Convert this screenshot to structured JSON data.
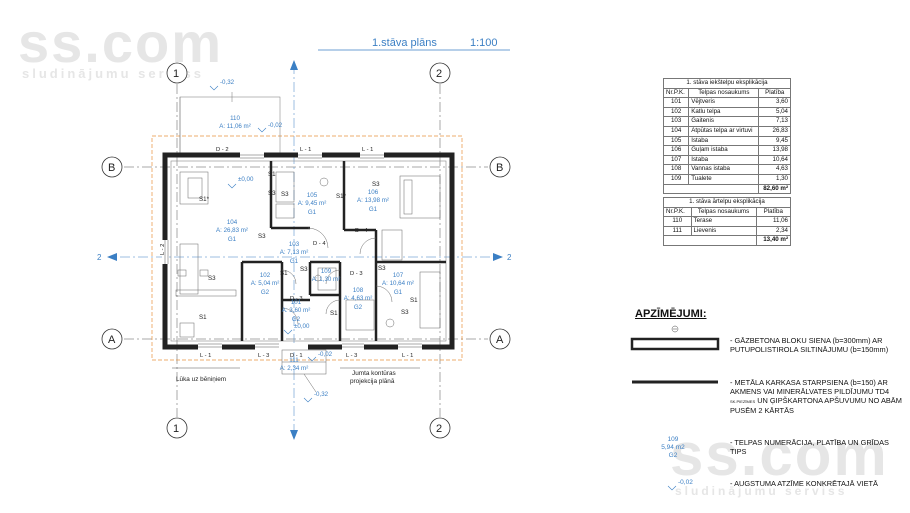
{
  "title": "1.stāva plāns",
  "scale": "1:100",
  "watermark": {
    "brand": "ss.com",
    "tagline": "sludinājumu serviss"
  },
  "grid": {
    "col1": "1",
    "col2": "2",
    "rowA": "A",
    "rowB": "B",
    "sec2": "2"
  },
  "levels": {
    "terrace": "-0,32",
    "terrace2": "-0,02",
    "entry": "-0,02",
    "entry2": "-0,32",
    "floor1": "±0,00",
    "floor2": "±0,00"
  },
  "sections": {
    "l1": "L - 1",
    "l2": "L - 2",
    "l3": "L - 3",
    "d1": "D - 1",
    "d2": "D - 2",
    "d3": "D - 3",
    "d4": "D - 4"
  },
  "rooms": {
    "r110": {
      "num": "110",
      "area": "A: 11,06 m²"
    },
    "r104": {
      "num": "104",
      "area": "A: 26,83 m²",
      "floor": "G1"
    },
    "r105": {
      "num": "105",
      "area": "A: 9,45 m²",
      "floor": "G1"
    },
    "r106": {
      "num": "106",
      "area": "A: 13,98 m²",
      "floor": "G1"
    },
    "r103": {
      "num": "103",
      "area": "A: 7,13 m²",
      "floor": "G1"
    },
    "r102": {
      "num": "102",
      "area": "A: 5,04 m²",
      "floor": "G2"
    },
    "r109": {
      "num": "109",
      "area": "A: 1,30 m²"
    },
    "r101": {
      "num": "101",
      "area": "A: 3,60 m²",
      "floor": "G2"
    },
    "r108": {
      "num": "108",
      "area": "A: 4,63 m²",
      "floor": "G2"
    },
    "r107": {
      "num": "107",
      "area": "A: 10,64 m²",
      "floor": "G1"
    },
    "r111": {
      "num": "111",
      "area": "A: 2,34 m²"
    }
  },
  "wallTypes": {
    "s1": "S1",
    "s1p": "S1*",
    "s3": "S3"
  },
  "notes": {
    "hatch": "Lūka uz bēniņiem",
    "roof1": "Jumta kontūras",
    "roof2": "projekcija plānā"
  },
  "table1": {
    "title": "1. stāva iekštelpu eksplikācija",
    "headers": [
      "Nr.P.K.",
      "Telpas nosaukums",
      "Platība"
    ],
    "rows": [
      [
        "101",
        "Vējtveris",
        "3,60"
      ],
      [
        "102",
        "Katlu telpa",
        "5,04"
      ],
      [
        "103",
        "Gaitenis",
        "7,13"
      ],
      [
        "104",
        "Atpūtas telpa ar virtuvi",
        "26,83"
      ],
      [
        "105",
        "Istaba",
        "9,45"
      ],
      [
        "106",
        "Guļam istaba",
        "13,98"
      ],
      [
        "107",
        "Istaba",
        "10,64"
      ],
      [
        "108",
        "Vannas istaba",
        "4,63"
      ],
      [
        "109",
        "Tualete",
        "1,30"
      ]
    ],
    "total": "82,60 m²"
  },
  "table2": {
    "title": "1. stāva ārtelpu eksplikācija",
    "headers": [
      "Nr.P.K.",
      "Telpas nosaukums",
      "Platība"
    ],
    "rows": [
      [
        "110",
        "Terase",
        "11,06"
      ],
      [
        "111",
        "Lievenis",
        "2,34"
      ]
    ],
    "total": "13,40 m²"
  },
  "legend": {
    "heading": "APZĪMĒJUMI:",
    "item1": "- GĀZBETONA BLOKU SIENA (b=300mm) AR PUTUPOLISTIROLA SILTINĀJUMU (b=150mm)",
    "item2a": "- METĀLA KARKASA STARPSIENA (b=150) AR AKMENS VAI MINERĀLVATES PILDĪJUMU TD4",
    "item2small": "SK.PIEZĪMES",
    "item2b": "UN ĢIPŠKARTONA APŠUVUMU NO ABĀM PUSĒM 2 KĀRTĀS",
    "item3": "- TELPAS NUMERĀCIJA, PLATĪBA UN GRĪDAS TIPS",
    "item4": "- AUGSTUMA ATZĪME KONKRĒTAJĀ VIETĀ",
    "sample_num": "109",
    "sample_area": "5,94 m2",
    "sample_floor": "G2",
    "sample_level": "-0,02"
  }
}
